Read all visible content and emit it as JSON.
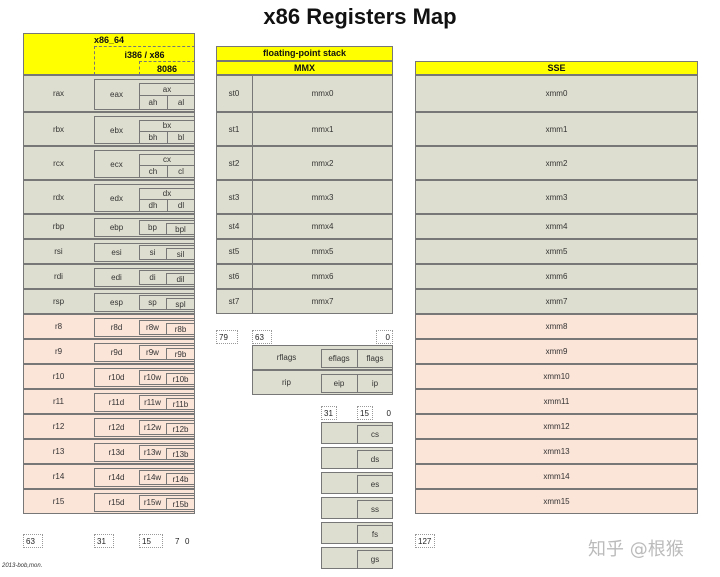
{
  "title": "x86 Registers Map",
  "headers": {
    "x86_64": "x86_64",
    "i386": "i386 / x86",
    "i8086": "8086",
    "fp_stack": "floating-point stack",
    "mmx": "MMX",
    "sse": "SSE"
  },
  "gp_registers": [
    {
      "r64": "rax",
      "r32": "eax",
      "r16": "ax",
      "hi": "ah",
      "lo": "al"
    },
    {
      "r64": "rbx",
      "r32": "ebx",
      "r16": "bx",
      "hi": "bh",
      "lo": "bl"
    },
    {
      "r64": "rcx",
      "r32": "ecx",
      "r16": "cx",
      "hi": "ch",
      "lo": "cl"
    },
    {
      "r64": "rdx",
      "r32": "edx",
      "r16": "dx",
      "hi": "dh",
      "lo": "dl"
    },
    {
      "r64": "rbp",
      "r32": "ebp",
      "r16": "bp",
      "lo": "bpl"
    },
    {
      "r64": "rsi",
      "r32": "esi",
      "r16": "si",
      "lo": "sil"
    },
    {
      "r64": "rdi",
      "r32": "edi",
      "r16": "di",
      "lo": "dil"
    },
    {
      "r64": "rsp",
      "r32": "esp",
      "r16": "sp",
      "lo": "spl"
    },
    {
      "r64": "r8",
      "r32": "r8d",
      "r16": "r8w",
      "lo": "r8b"
    },
    {
      "r64": "r9",
      "r32": "r9d",
      "r16": "r9w",
      "lo": "r9b"
    },
    {
      "r64": "r10",
      "r32": "r10d",
      "r16": "r10w",
      "lo": "r10b"
    },
    {
      "r64": "r11",
      "r32": "r11d",
      "r16": "r11w",
      "lo": "r11b"
    },
    {
      "r64": "r12",
      "r32": "r12d",
      "r16": "r12w",
      "lo": "r12b"
    },
    {
      "r64": "r13",
      "r32": "r13d",
      "r16": "r13w",
      "lo": "r13b"
    },
    {
      "r64": "r14",
      "r32": "r14d",
      "r16": "r14w",
      "lo": "r14b"
    },
    {
      "r64": "r15",
      "r32": "r15d",
      "r16": "r15w",
      "lo": "r15b"
    }
  ],
  "gp_bits": {
    "b63": "63",
    "b31": "31",
    "b15": "15",
    "b7": "7",
    "b0": "0"
  },
  "fpu": [
    {
      "st": "st0",
      "mmx": "mmx0"
    },
    {
      "st": "st1",
      "mmx": "mmx1"
    },
    {
      "st": "st2",
      "mmx": "mmx2"
    },
    {
      "st": "st3",
      "mmx": "mmx3"
    },
    {
      "st": "st4",
      "mmx": "mmx4"
    },
    {
      "st": "st5",
      "mmx": "mmx5"
    },
    {
      "st": "st6",
      "mmx": "mmx6"
    },
    {
      "st": "st7",
      "mmx": "mmx7"
    }
  ],
  "fpu_bits": {
    "b79": "79",
    "b63": "63",
    "b0": "0"
  },
  "special": [
    {
      "r64": "rflags",
      "r32": "eflags",
      "r16": "flags"
    },
    {
      "r64": "rip",
      "r32": "eip",
      "r16": "ip"
    }
  ],
  "seg_bits": {
    "b31": "31",
    "b15": "15",
    "b0": "0"
  },
  "segments": [
    "cs",
    "ds",
    "es",
    "ss",
    "fs",
    "gs"
  ],
  "sse": [
    "xmm0",
    "xmm1",
    "xmm2",
    "xmm3",
    "xmm4",
    "xmm5",
    "xmm6",
    "xmm7",
    "xmm8",
    "xmm9",
    "xmm10",
    "xmm11",
    "xmm12",
    "xmm13",
    "xmm14",
    "xmm15"
  ],
  "sse_bits": {
    "b127": "127"
  },
  "credit": "2013-bob,mon.",
  "watermark": "知乎 @根猴",
  "colors": {
    "header": "#ffff00",
    "legacy": "#deded0",
    "extended": "#fbe4d8"
  }
}
